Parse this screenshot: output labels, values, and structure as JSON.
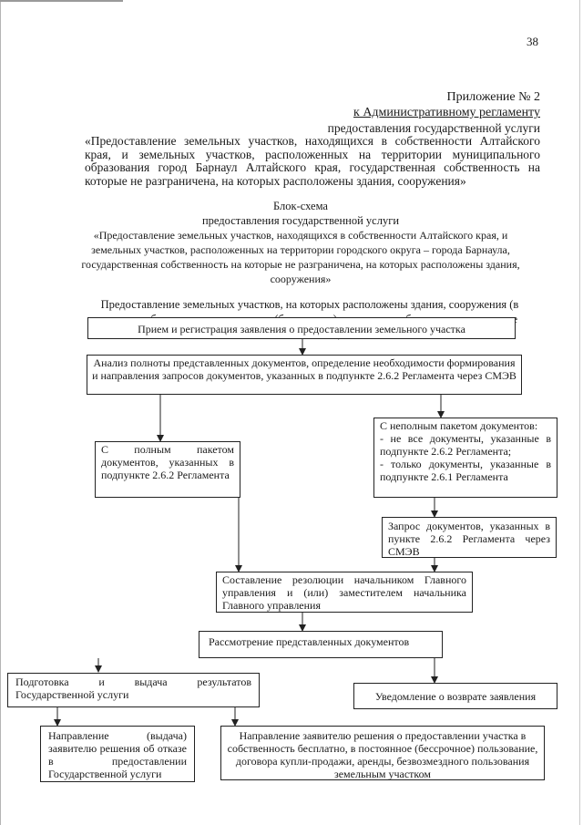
{
  "page_number": "38",
  "appendix": {
    "title": "Приложение № 2",
    "line1": "к Административному регламенту",
    "line2": "предоставления государственной услуги",
    "body": "«Предоставление земельных участков, находящихся в собственности Алтайского края, и земельных участков, расположенных на территории муниципального образования город Барнаул Алтайского края, государственная собственность на которые не разграничена, на которых расположены здания, сооружения»"
  },
  "scheme": {
    "title": "Блок-схема",
    "subtitle": "предоставления государственной услуги",
    "quote": "«Предоставление земельных участков, находящихся в собственности Алтайского края, и земельных участков, расположенных на территории городского округа – города Барнаула, государственная собственность на которые не разграничена, на которых расположены здания, сооружения»",
    "case_title": "Предоставление земельных участков, на которых расположены здания, сооружения (в аренду, собственность, постоянное (бессрочное) пользование, безвозмездное срочное пользование)"
  },
  "flow": {
    "step1": "Прием и регистрация заявления о предоставлении земельного участка",
    "step2": "Анализ полноты представленных документов, определение необходимости формирования и направления запросов документов, указанных в подпункте 2.6.2 Регламента через СМЭВ",
    "full_package": "С полным пакетом документов, указанных в подпункте 2.6.2 Регламента",
    "incomplete_package": "С неполным пакетом документов:\n- не все документы, указанные в подпункте 2.6.2 Регламента;\n- только документы, указанные в подпункте 2.6.1 Регламента",
    "request_docs": "Запрос документов, указанных в пункте 2.6.2 Регламента через СМЭВ",
    "resolution": "Составление резолюции начальником Главного управления и (или) заместителем начальника Главного управления",
    "review": "Рассмотрение представленных документов",
    "prepare_results": "Подготовка и выдача результатов Государственной услуги",
    "return_notice": "Уведомление о возврате заявления",
    "refusal": "Направление (выдача) заявителю решения об отказе в предоставлении Государственной услуги",
    "decision": "Направление заявителю решения о предоставлении участка в собственность бесплатно, в постоянное (бессрочное) пользование, договора купли-продажи, аренды, безвозмездного пользования земельным участком"
  }
}
